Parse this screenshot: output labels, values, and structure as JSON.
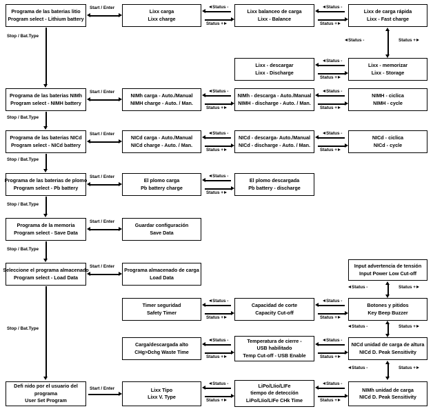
{
  "diagram": {
    "title": "Battery charger program menu flowchart",
    "labels": {
      "start_enter": "Start / Enter",
      "stop_bat_type": "Stop / Bat.Type",
      "status_minus": "Status -",
      "status_plus": "Status +"
    },
    "boxes": [
      {
        "id": "lithium-select",
        "es": "Programa de las baterias litio",
        "en": "Program select - Lithium battery"
      },
      {
        "id": "lixx-charge",
        "es": "Lixx carga",
        "en": "Lixx charge"
      },
      {
        "id": "lixx-balance",
        "es": "Lixx balanceo de carga",
        "en": "Lixx - Balance"
      },
      {
        "id": "lixx-fast-charge",
        "es": "Lixx de carga rápida",
        "en": "Lixx - Fast charge"
      },
      {
        "id": "lixx-discharge",
        "es": "Lixx - descargar",
        "en": "Lixx - Discharge"
      },
      {
        "id": "lixx-storage",
        "es": "Lixx - memorizar",
        "en": "Lixx - Storage"
      },
      {
        "id": "nimh-select",
        "es": "Programa de las baterias NIMh",
        "en": "Program select - NIMH battery"
      },
      {
        "id": "nimh-charge",
        "es": "NIMh carga - Auto./Manual",
        "en": "NIMH charge - Auto. / Man."
      },
      {
        "id": "nimh-discharge",
        "es": "NIMh - descarga - Auto./Manual",
        "en": "NIMH - discharge - Auto. / Man."
      },
      {
        "id": "nimh-cycle",
        "es": "NIMH - ciclica",
        "en": "NIMH - cycle"
      },
      {
        "id": "nicd-select",
        "es": "Programa de las baterias NICd",
        "en": "Program select - NICd battery"
      },
      {
        "id": "nicd-charge",
        "es": "NICd carga - Auto./Manual",
        "en": "NICd charge - Auto. / Man."
      },
      {
        "id": "nicd-discharge",
        "es": "NICd - descarga- Auto./Manual",
        "en": "NICd - discharge - Auto. / Man."
      },
      {
        "id": "nicd-cycle",
        "es": "NICd - ciclica",
        "en": "NICd - cycle"
      },
      {
        "id": "pb-select",
        "es": "Programa de las baterias de plomo",
        "en": "Program select - Pb battery"
      },
      {
        "id": "pb-charge",
        "es": "El plomo carga",
        "en": "Pb battery charge"
      },
      {
        "id": "pb-discharge",
        "es": "El plomo descargada",
        "en": "Pb battery - discharge"
      },
      {
        "id": "save-data-select",
        "es": "Programa de la memoria",
        "en": "Program select - Save Data"
      },
      {
        "id": "save-data",
        "es": "Guardar configuración",
        "en": "Save Data"
      },
      {
        "id": "load-data-select",
        "es": "Seleccione el programa almacenado",
        "en": "Program select - Load Data"
      },
      {
        "id": "load-data",
        "es": "Programa almacenado de carga",
        "en": "Load Data"
      },
      {
        "id": "safety-timer",
        "es": "Timer seguridad",
        "en": "Safety Timer"
      },
      {
        "id": "capacity-cutoff",
        "es": "Capacidad de corte",
        "en": "Capacity Cut-off"
      },
      {
        "id": "input-power-cutoff",
        "es": "Input advertencia de tensión",
        "en": "Input Power Low Cut-off"
      },
      {
        "id": "key-beep-buzzer",
        "es": "Botones y pitidos",
        "en": "Key Beep Buzzer"
      },
      {
        "id": "waste-time",
        "es": "Carga/descargada alto",
        "en": "CHg>Dchg Waste Time"
      },
      {
        "id": "temp-cutoff-usb",
        "es": "Temperatura de cierre -",
        "es2": "USB habilitado",
        "en": "Temp Cut-off - USB Enable"
      },
      {
        "id": "nicd-peak",
        "es": "NICd unidad de carga de altura",
        "en": "NICd D. Peak Sensitivity"
      },
      {
        "id": "user-set-program",
        "es": "Defi nido por el usuario del",
        "es2": "programa",
        "en": "User Set Program"
      },
      {
        "id": "lixx-v-type",
        "es": "Lixx Tipo",
        "en": "Lixx V. Type"
      },
      {
        "id": "lipo-chk-time",
        "es": "LiPo/LIio/LIFe",
        "es2": "tiempo de deteccíón",
        "en": "LiPo/LIio/LIFe CHk Time"
      },
      {
        "id": "nimh-peak",
        "es": "NIMh unidad de carga",
        "en": "NICd D. Peak Sensitivity"
      }
    ]
  }
}
